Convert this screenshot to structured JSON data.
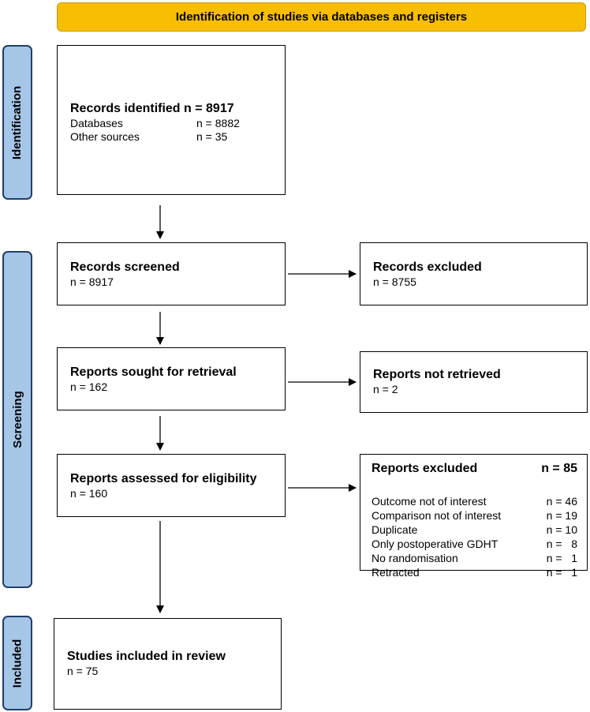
{
  "banner": "Identification of studies via databases and registers",
  "phases": {
    "identification": "Identification",
    "screening": "Screening",
    "included": "Included"
  },
  "identified": {
    "title": "Records identified n = 8917",
    "rows": [
      {
        "label": "Databases",
        "value": "n = 8882"
      },
      {
        "label": "Other sources",
        "value": "n = 35"
      }
    ]
  },
  "screened": {
    "title": "Records screened",
    "value": "n = 8917"
  },
  "screened_excluded": {
    "title": "Records excluded",
    "value": "n = 8755"
  },
  "sought": {
    "title": "Reports sought for retrieval",
    "value": "n = 162"
  },
  "not_retrieved": {
    "title": "Reports not retrieved",
    "value": "n = 2"
  },
  "assessed": {
    "title": "Reports assessed for eligibility",
    "value": "n = 160"
  },
  "reports_excluded": {
    "title": "Reports excluded",
    "total": "n = 85",
    "reasons": [
      {
        "label": "Outcome not of interest",
        "value": "n = 46"
      },
      {
        "label": "Comparison not of interest",
        "value": "n = 19"
      },
      {
        "label": "Duplicate",
        "value": "n = 10"
      },
      {
        "label": "Only postoperative GDHT",
        "value": "n =   8"
      },
      {
        "label": "No randomisation",
        "value": "n =   1"
      },
      {
        "label": "Retracted",
        "value": "n =   1"
      }
    ]
  },
  "included": {
    "title": "Studies included in review",
    "value": "n = 75"
  }
}
